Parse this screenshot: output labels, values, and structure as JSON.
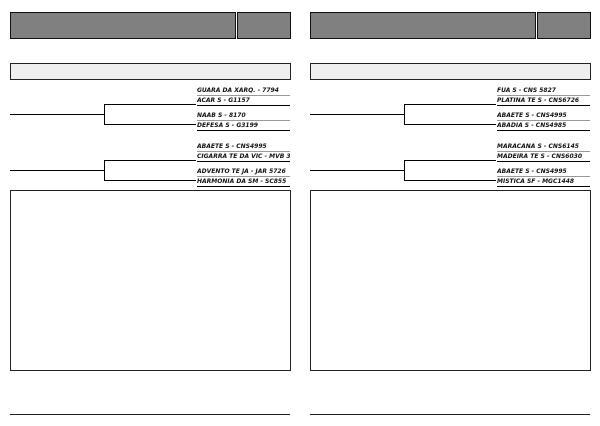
{
  "pages": [
    {
      "groups": [
        {
          "names": [
            "GUARA DA XARQ. - 7794",
            "ACAR S - G1157",
            "NAAB S - 8170",
            "DEFESA S - G3199"
          ]
        },
        {
          "names": [
            "ABAETE S - CNS4995",
            "CIGARRA TE DA VIC - MVB 3",
            "ADVENTO TE JA - JAR 5726",
            "HARMONIA DA SM - SC855"
          ]
        }
      ]
    },
    {
      "groups": [
        {
          "names": [
            "FUA S - CNS 5827",
            "PLATINA TE S - CNS6726",
            "ABAETE S - CNS4995",
            "ABADIA S - CNS4985"
          ]
        },
        {
          "names": [
            "MARACANA S - CNS6145",
            "MADEIRA TE S - CNS6030",
            "ABAETE S - CNS4995",
            "MISTICA SF - MGC1448"
          ]
        }
      ]
    }
  ]
}
